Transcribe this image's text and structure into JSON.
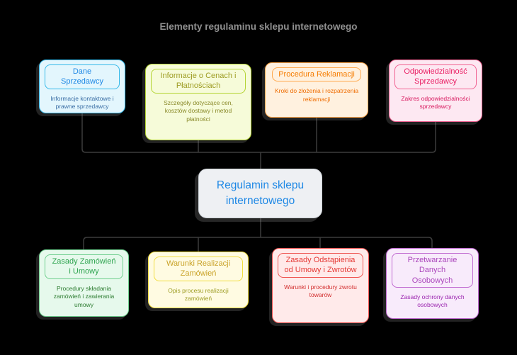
{
  "title": "Elementy regulaminu sklepu internetowego",
  "center": {
    "label": "Regulamin sklepu internetowego",
    "fill": "#eef0f3",
    "title_color": "#1e88e5"
  },
  "connector_color": "#3c3c3c",
  "background_color": "#000000",
  "nodes": [
    {
      "title": "Dane Sprzedawcy",
      "subtitle": "Informacje kontaktowe i prawne sprzedawcy",
      "border": "#35b9e9",
      "fill": "#e3f6fd",
      "title_color": "#1e88e5",
      "text_color": "#3a6ea5"
    },
    {
      "title": "Informacje o Cenach i Płatnościach",
      "subtitle": "Szczegóły dotyczące cen, kosztów dostawy i metod płatności",
      "border": "#b4d435",
      "fill": "#f6fbd9",
      "title_color": "#9e9d24",
      "text_color": "#8a8a2a"
    },
    {
      "title": "Procedura Reklamacji",
      "subtitle": "Kroki do złożenia i rozpatrzenia reklamacji",
      "border": "#ffa94d",
      "fill": "#fff1df",
      "title_color": "#f57c00",
      "text_color": "#ef6c00"
    },
    {
      "title": "Odpowiedzialność Sprzedawcy",
      "subtitle": "Zakres odpowiedzialności sprzedawcy",
      "border": "#f06292",
      "fill": "#fde8f2",
      "title_color": "#e91e63",
      "text_color": "#d81b60"
    },
    {
      "title": "Zasady Zamówień i Umowy",
      "subtitle": "Procedury składania zamówień i zawierania umowy",
      "border": "#6fcf8e",
      "fill": "#e6f9ec",
      "title_color": "#2ea44f",
      "text_color": "#2e7d32"
    },
    {
      "title": "Warunki Realizacji Zamówień",
      "subtitle": "Opis procesu realizacji zamówień",
      "border": "#f2dd3e",
      "fill": "#fffbe2",
      "title_color": "#c9a227",
      "text_color": "#9e9d24"
    },
    {
      "title": "Zasady Odstąpienia od Umowy i Zwrotów",
      "subtitle": "Warunki i procedury zwrotu towarów",
      "border": "#ef5350",
      "fill": "#ffeaea",
      "title_color": "#e53935",
      "text_color": "#d32f2f"
    },
    {
      "title": "Przetwarzanie Danych Osobowych",
      "subtitle": "Zasady ochrony danych osobowych",
      "border": "#c06ad0",
      "fill": "#f8ebfb",
      "title_color": "#ab47bc",
      "text_color": "#9c27b0"
    }
  ]
}
